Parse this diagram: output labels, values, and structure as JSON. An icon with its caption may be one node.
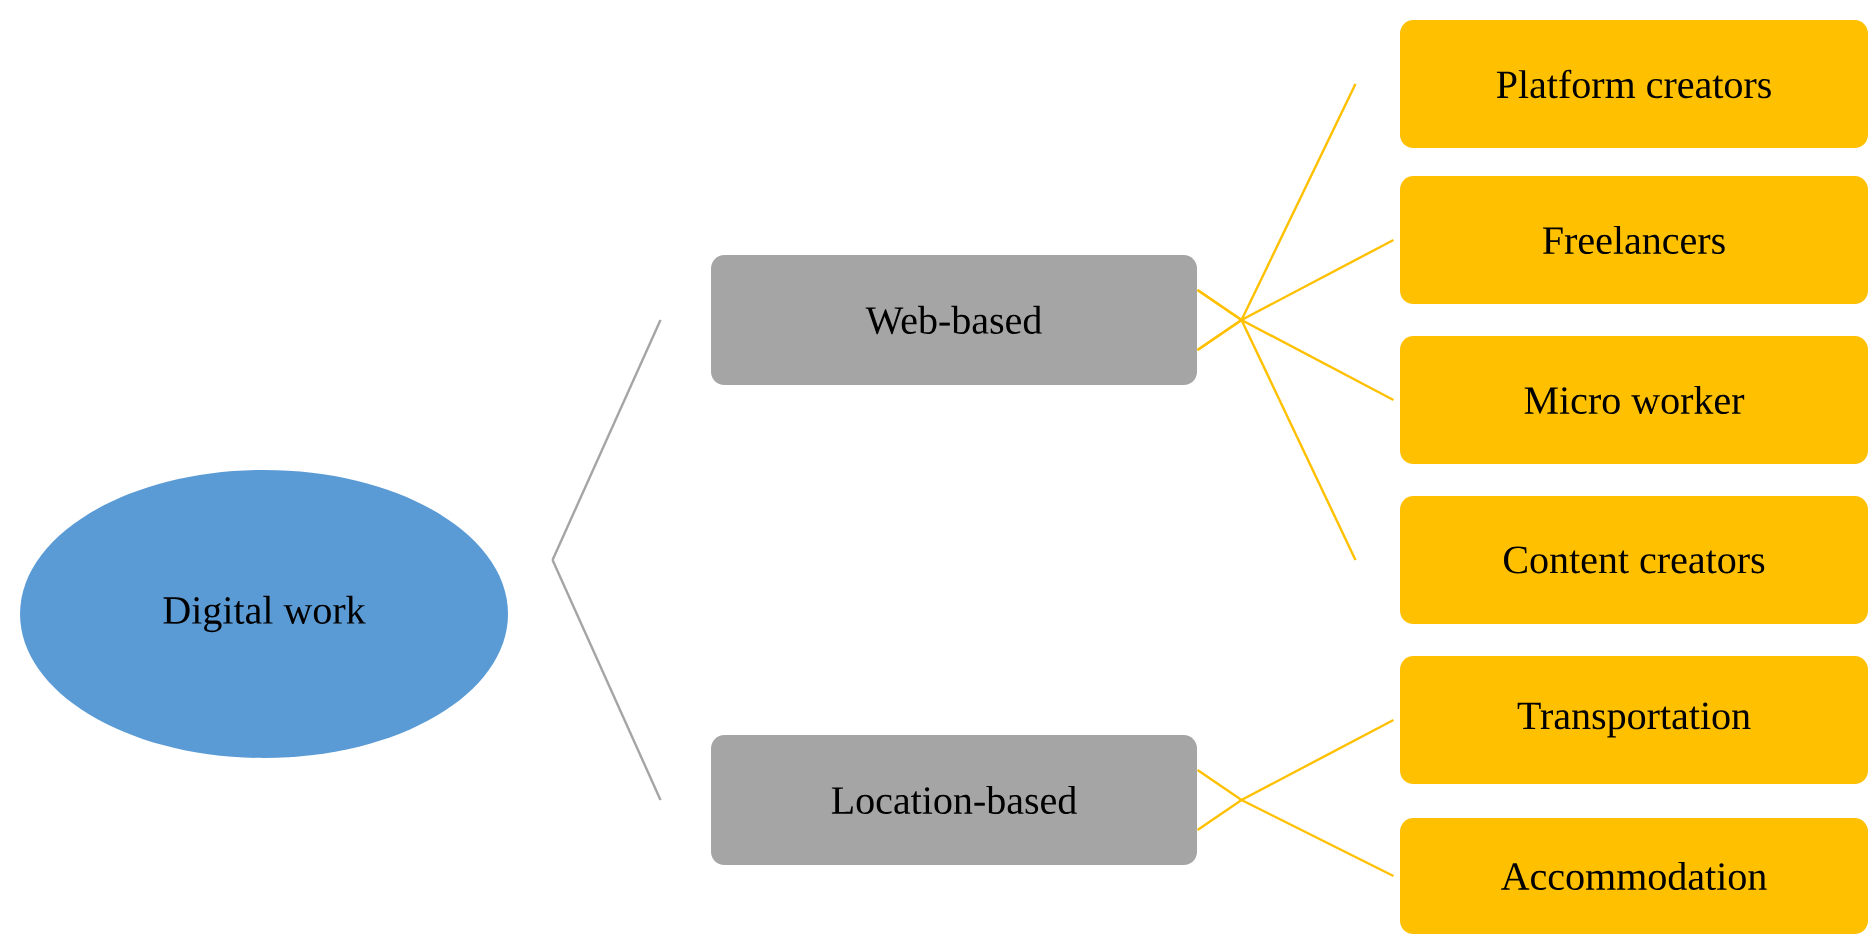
{
  "diagram": {
    "nodes": [
      {
        "text": [
          "Digital work"
        ]
      },
      {
        "text": [
          "Web-based"
        ]
      },
      {
        "text": [
          "Location-based"
        ]
      },
      {
        "text": [
          "Platform creators"
        ]
      },
      {
        "text": [
          "Freelancers"
        ]
      },
      {
        "text": [
          "Micro worker"
        ]
      },
      {
        "text": [
          "Content creators"
        ]
      },
      {
        "text": [
          "Transportation"
        ]
      },
      {
        "text": [
          "Accommodation"
        ]
      }
    ],
    "edges": [
      {
        "from": 0,
        "to": 1,
        "arrow": "none",
        "color": "#a5a5a5"
      },
      {
        "from": 0,
        "to": 2,
        "arrow": "none",
        "color": "#a5a5a5"
      },
      {
        "from": 1,
        "to": 3,
        "arrow": "none",
        "color": "#ffc000"
      },
      {
        "from": 1,
        "to": 4,
        "arrow": "none",
        "color": "#ffc000"
      },
      {
        "from": 1,
        "to": 5,
        "arrow": "none",
        "color": "#ffc000"
      },
      {
        "from": 1,
        "to": 6,
        "arrow": "none",
        "color": "#ffc000"
      },
      {
        "from": 2,
        "to": 7,
        "arrow": "none",
        "color": "#ffc000"
      },
      {
        "from": 2,
        "to": 8,
        "arrow": "none",
        "color": "#ffc000"
      }
    ]
  }
}
